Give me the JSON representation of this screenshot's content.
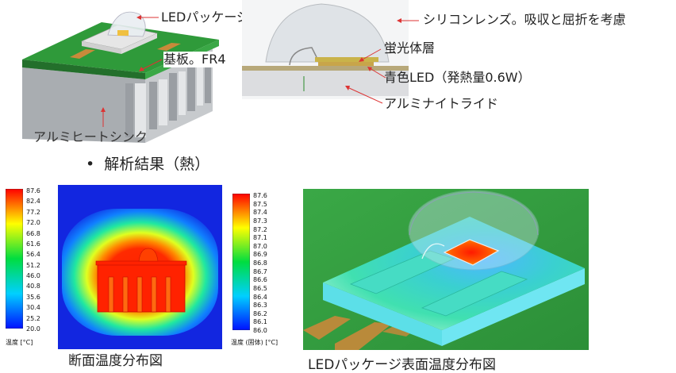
{
  "top_left": {
    "labels": {
      "led_package": "LEDパッケージ",
      "substrate": "基板。FR4",
      "heatsink": "アルミヒートシンク"
    }
  },
  "top_right": {
    "labels": {
      "silicone_lens": "シリコンレンズ。吸収と屈折を考慮",
      "phosphor": "蛍光体層",
      "blue_led": "青色LED（発熱量0.6W）",
      "aln": "アルミナイトライド"
    }
  },
  "bullet": {
    "symbol": "•",
    "text": "解析結果（熱）"
  },
  "colorbar_left": {
    "ticks": [
      "87.6",
      "82.4",
      "77.2",
      "72.0",
      "66.8",
      "61.6",
      "56.4",
      "51.2",
      "46.0",
      "40.8",
      "35.6",
      "30.4",
      "25.2",
      "20.0"
    ],
    "title": "温度 [°C]"
  },
  "colorbar_mid": {
    "ticks": [
      "87.6",
      "87.5",
      "87.4",
      "87.3",
      "87.2",
      "87.1",
      "87.0",
      "86.9",
      "86.8",
      "86.7",
      "86.6",
      "86.5",
      "86.4",
      "86.3",
      "86.2",
      "86.1",
      "86.0"
    ],
    "title": "温度 (固体) [°C]"
  },
  "captions": {
    "cross_section": "断面温度分布図",
    "package_surface": "LEDパッケージ表面温度分布図"
  },
  "colors": {
    "hot": "#e8261a",
    "cold": "#1030d8",
    "pcb_green": "#2f9a3a",
    "heatsink_gray": "#b4b8bc"
  }
}
